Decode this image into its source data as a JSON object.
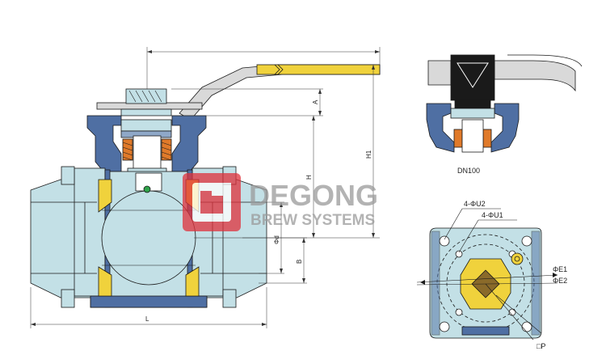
{
  "watermark": {
    "brand": "DEGONG",
    "subtitle": "BREW SYSTEMS"
  },
  "dimensions": {
    "A": "A",
    "H": "H",
    "H1": "H1",
    "B": "B",
    "d": "Φd",
    "L": "L"
  },
  "detail_label": "DN100",
  "flange_labels": {
    "U2": "4-ΦU2",
    "U1": "4-ΦU1",
    "E1": "ΦE1",
    "E2": "ΦE2",
    "P": "□P"
  },
  "colors": {
    "body": "#c3e0e6",
    "blue_part": "#4f6fa3",
    "seat_yellow": "#f0d23c",
    "stem_orange": "#e07a2a",
    "handle": "#d9d9d9",
    "outline": "#1a1a1a",
    "watermark_red": "#e0323c"
  }
}
